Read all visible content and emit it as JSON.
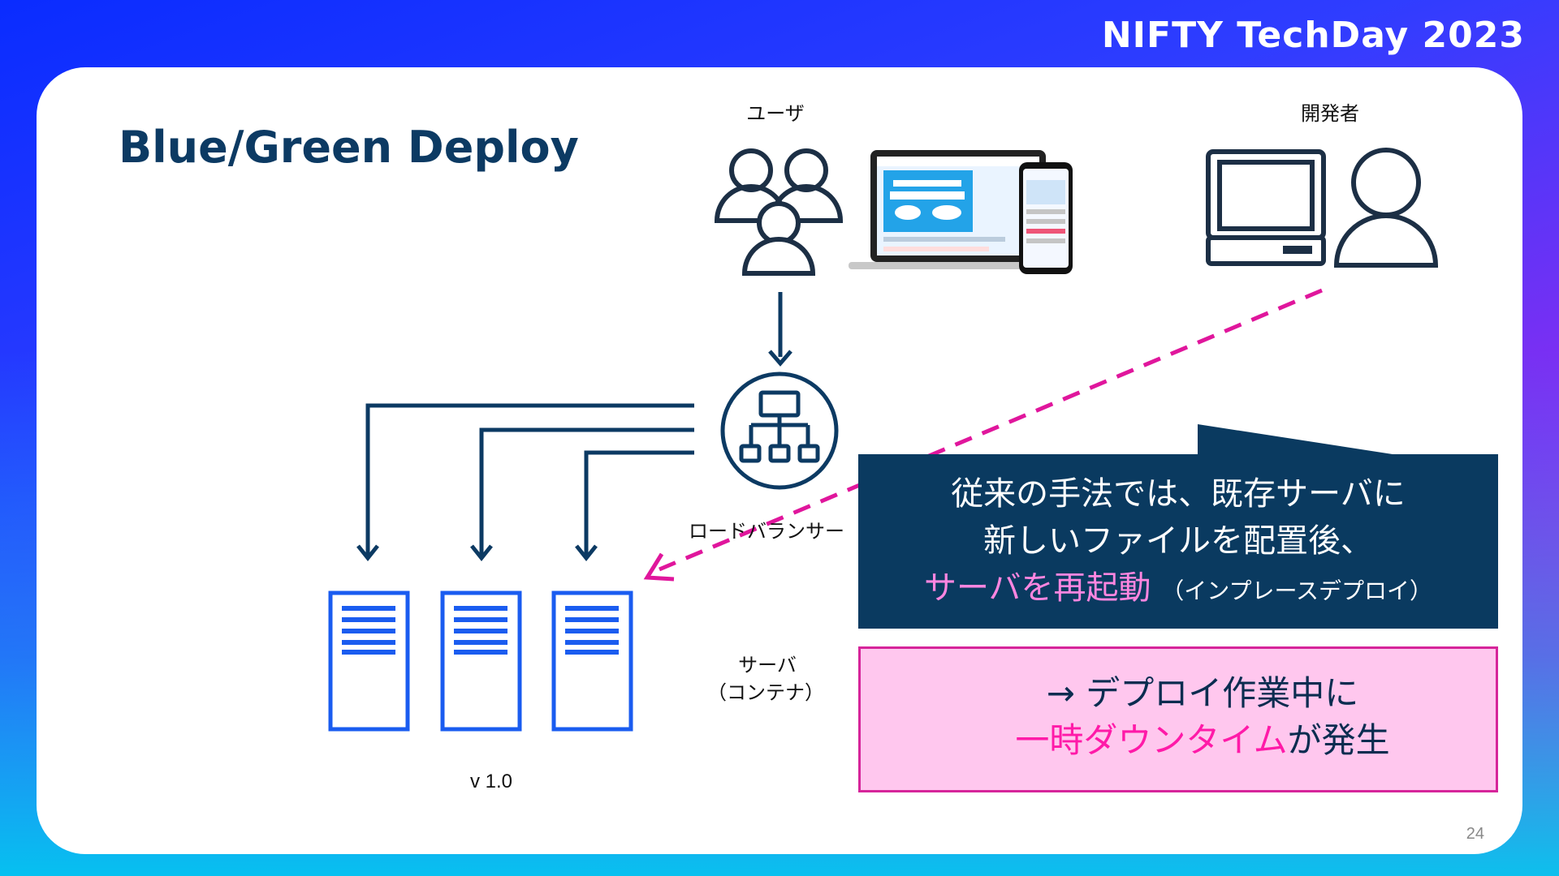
{
  "header": {
    "brand": "NIFTY TechDay 2023"
  },
  "slide": {
    "title": "Blue/Green Deploy",
    "page_number": "24"
  },
  "diagram": {
    "user_label": "ユーザ",
    "developer_label": "開発者",
    "load_balancer_label": "ロードバランサー",
    "server_label_1": "サーバ",
    "server_label_2": "（コンテナ）",
    "version_label": "v 1.0"
  },
  "callouts": {
    "dark_line1": "従来の手法では、既存サーバに",
    "dark_line2": "新しいファイルを配置後、",
    "dark_line3_highlight": "サーバを再起動",
    "dark_line3_small": "（インプレースデプロイ）",
    "pink_line1": "→ デプロイ作業中に",
    "pink_line2_highlight": "一時ダウンタイム",
    "pink_line2_rest": "が発生"
  },
  "colors": {
    "navy": "#0c3a63",
    "server_blue": "#1a5cf0",
    "magenta": "#e0169c",
    "callout_dark": "#0a3a60",
    "callout_pink_bg": "#ffc7ee"
  }
}
